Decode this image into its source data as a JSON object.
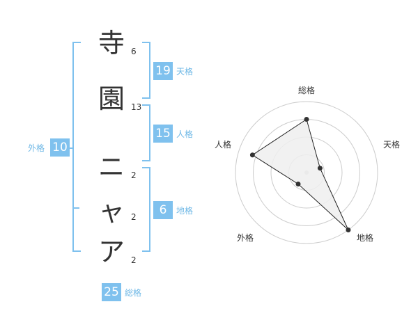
{
  "name": {
    "chars": [
      {
        "char": "寺",
        "strokes": "6"
      },
      {
        "char": "園",
        "strokes": "13"
      },
      {
        "char": "ニ",
        "strokes": "2"
      },
      {
        "char": "ャ",
        "strokes": "2"
      },
      {
        "char": "ア",
        "strokes": "2"
      }
    ]
  },
  "kaku": {
    "tenkaku": {
      "value": "19",
      "label": "天格"
    },
    "jinkaku": {
      "value": "15",
      "label": "人格"
    },
    "chikaku": {
      "value": "6",
      "label": "地格"
    },
    "gaikaku": {
      "value": "10",
      "label": "外格"
    },
    "soukaku": {
      "value": "25",
      "label": "総格"
    }
  },
  "radar": {
    "labels": {
      "soukaku": "総格",
      "tenkaku": "天格",
      "chikaku": "地格",
      "gaikaku": "外格",
      "jinkaku": "人格"
    },
    "levels": 4,
    "values": {
      "soukaku": 0.75,
      "tenkaku": 0.2,
      "chikaku": 1.0,
      "gaikaku": 0.2,
      "jinkaku": 0.8
    },
    "colors": {
      "fill": "#eeeeee",
      "line": "#222222",
      "ring": "#cccccc",
      "point": "#333333"
    }
  }
}
